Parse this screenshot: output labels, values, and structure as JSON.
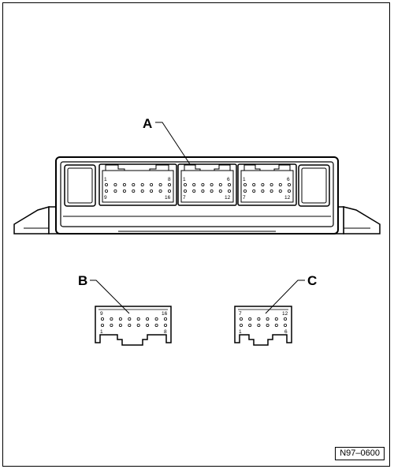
{
  "figure_id": "N97–0600",
  "callouts": {
    "a": "A",
    "b": "B",
    "c": "C"
  },
  "unit_connectors": {
    "connector_16": {
      "top_left": "1",
      "top_right": "8",
      "bottom_left": "9",
      "bottom_right": "16"
    },
    "connector_12_mid": {
      "top_left": "1",
      "top_right": "6",
      "bottom_left": "7",
      "bottom_right": "12"
    },
    "connector_12_right": {
      "top_left": "1",
      "top_right": "6",
      "bottom_left": "7",
      "bottom_right": "12"
    }
  },
  "plug_b": {
    "top_left": "9",
    "top_right": "16",
    "bottom_left": "1",
    "bottom_right": "8"
  },
  "plug_c": {
    "top_left": "7",
    "top_right": "12",
    "bottom_left": "1",
    "bottom_right": "6"
  }
}
